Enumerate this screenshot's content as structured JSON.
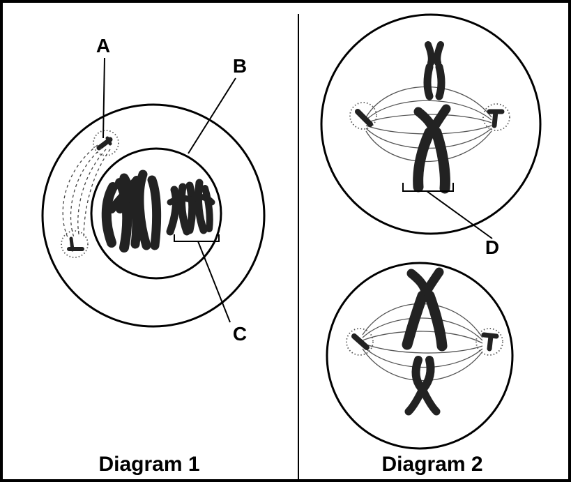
{
  "labels": {
    "a": "A",
    "b": "B",
    "c": "C",
    "d": "D"
  },
  "captions": {
    "diagram1": "Diagram 1",
    "diagram2": "Diagram 2"
  }
}
